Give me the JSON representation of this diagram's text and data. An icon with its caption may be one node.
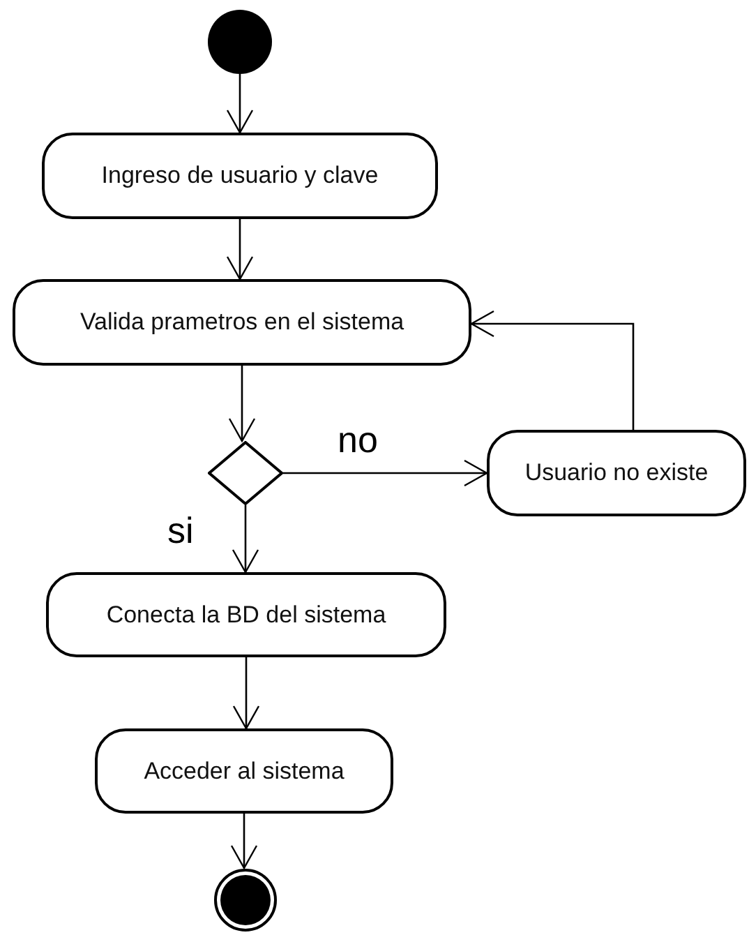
{
  "diagram": {
    "nodes": [
      {
        "text": [],
        "shape": "circle"
      },
      {
        "text": [
          "Ingreso de usuario y clave"
        ]
      },
      {
        "text": [
          "Valida prametros en el sistema"
        ]
      },
      {
        "text": [],
        "shape": "diamond"
      },
      {
        "text": [
          "Usuario no existe"
        ]
      },
      {
        "text": [
          "Conecta la BD del sistema"
        ]
      },
      {
        "text": [
          "Acceder al sistema"
        ]
      },
      {
        "text": [],
        "shape": "circle"
      }
    ],
    "edges": [
      {
        "from": 0,
        "to": 1,
        "arrow": "to"
      },
      {
        "from": 1,
        "to": 2,
        "arrow": "to"
      },
      {
        "from": 2,
        "to": 3,
        "arrow": "to"
      },
      {
        "from": 3,
        "to": 4,
        "arrow": "to",
        "label": "no"
      },
      {
        "from": 4,
        "to": 2,
        "arrow": "to"
      },
      {
        "from": 3,
        "to": 5,
        "arrow": "to",
        "label": "si"
      },
      {
        "from": 5,
        "to": 6,
        "arrow": "to"
      },
      {
        "from": 6,
        "to": 7,
        "arrow": "to"
      }
    ]
  }
}
